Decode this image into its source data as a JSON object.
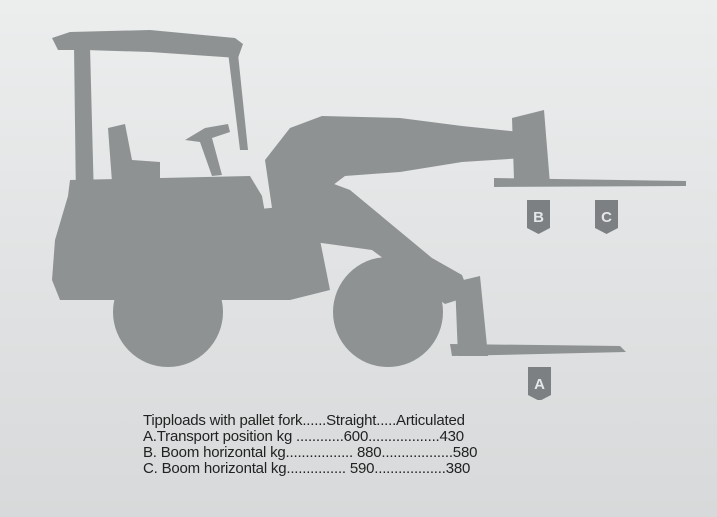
{
  "markers": {
    "a": "A",
    "b": "B",
    "c": "C"
  },
  "colors": {
    "silhouette": "#8f9293",
    "marker": "#7d8082",
    "marker_text": "#e4e6e7",
    "text": "#222222"
  },
  "spec_table": {
    "header": "Tipploads with pallet fork......Straight.....Articulated",
    "rows": [
      "A.Transport position kg ............600..................430",
      "B. Boom horizontal kg................. 880..................580",
      "C. Boom horizontal kg............... 590..................380"
    ]
  }
}
